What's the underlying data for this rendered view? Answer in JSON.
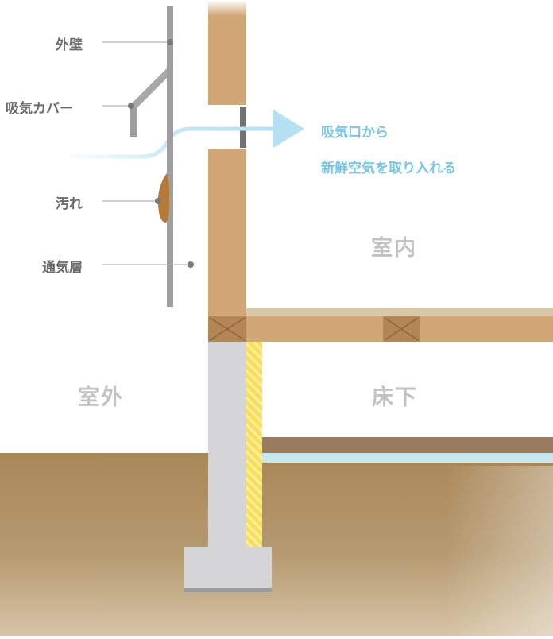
{
  "labels": {
    "outer_wall": "外壁",
    "intake_cover": "吸気カバー",
    "dirt": "汚れ",
    "vent_layer": "通気層"
  },
  "zones": {
    "indoor": "室内",
    "outdoor": "室外",
    "underfloor": "床下"
  },
  "airflow": {
    "line1": "吸気口から",
    "line2": "新鮮空気を取り入れる"
  },
  "colors": {
    "wood": "#d1a775",
    "wood_dark": "#a87a4b",
    "ground": "#ab8b5f",
    "concrete": "#d4d4d6",
    "insulation": "#f4de58",
    "siding": "#9e9e9e",
    "air_arrow": "#c6e7f5",
    "label_text": "#6b6b6b",
    "zone_text": "#c2c2c2",
    "air_text": "#79c6e4"
  }
}
